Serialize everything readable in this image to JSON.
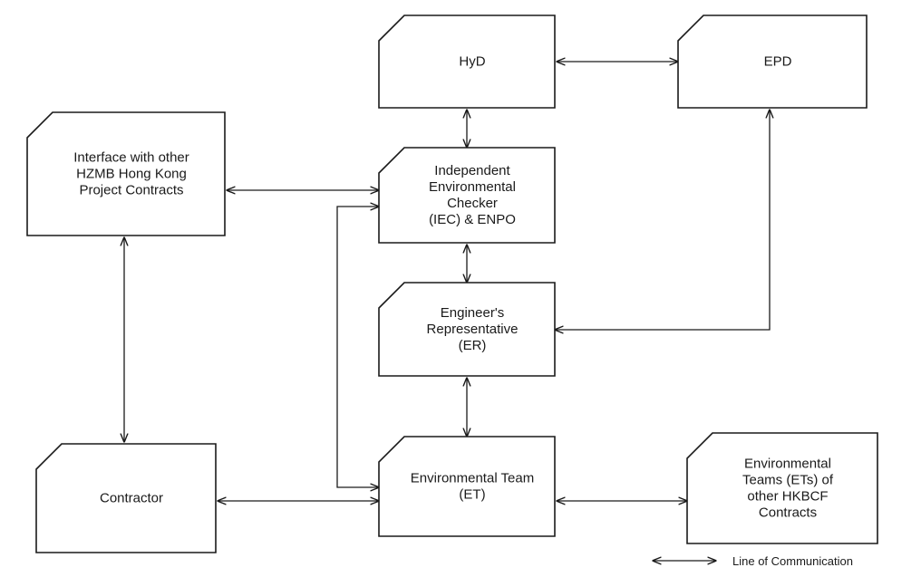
{
  "nodes": [
    {
      "id": "hyd",
      "lines": [
        "HyD"
      ]
    },
    {
      "id": "epd",
      "lines": [
        "EPD"
      ]
    },
    {
      "id": "interface",
      "lines": [
        "Interface with other",
        "HZMB Hong Kong",
        "Project Contracts"
      ]
    },
    {
      "id": "iec",
      "lines": [
        "Independent",
        "Environmental",
        "Checker",
        "(IEC) & ENPO"
      ]
    },
    {
      "id": "er",
      "lines": [
        "Engineer's",
        "Representative",
        "(ER)"
      ]
    },
    {
      "id": "contractor",
      "lines": [
        "Contractor"
      ]
    },
    {
      "id": "et",
      "lines": [
        "Environmental Team",
        "(ET)"
      ]
    },
    {
      "id": "other-ets",
      "lines": [
        "Environmental",
        "Teams (ETs) of",
        "other HKBCF",
        "Contracts"
      ]
    }
  ],
  "edges": [
    {
      "from": "hyd",
      "to": "epd"
    },
    {
      "from": "hyd",
      "to": "iec"
    },
    {
      "from": "interface",
      "to": "iec"
    },
    {
      "from": "interface",
      "to": "contractor"
    },
    {
      "from": "iec",
      "to": "er"
    },
    {
      "from": "epd",
      "to": "er"
    },
    {
      "from": "er",
      "to": "et"
    },
    {
      "from": "iec",
      "to": "et"
    },
    {
      "from": "contractor",
      "to": "et"
    },
    {
      "from": "et",
      "to": "other-ets"
    }
  ],
  "legend": {
    "label": "Line of Communication"
  }
}
